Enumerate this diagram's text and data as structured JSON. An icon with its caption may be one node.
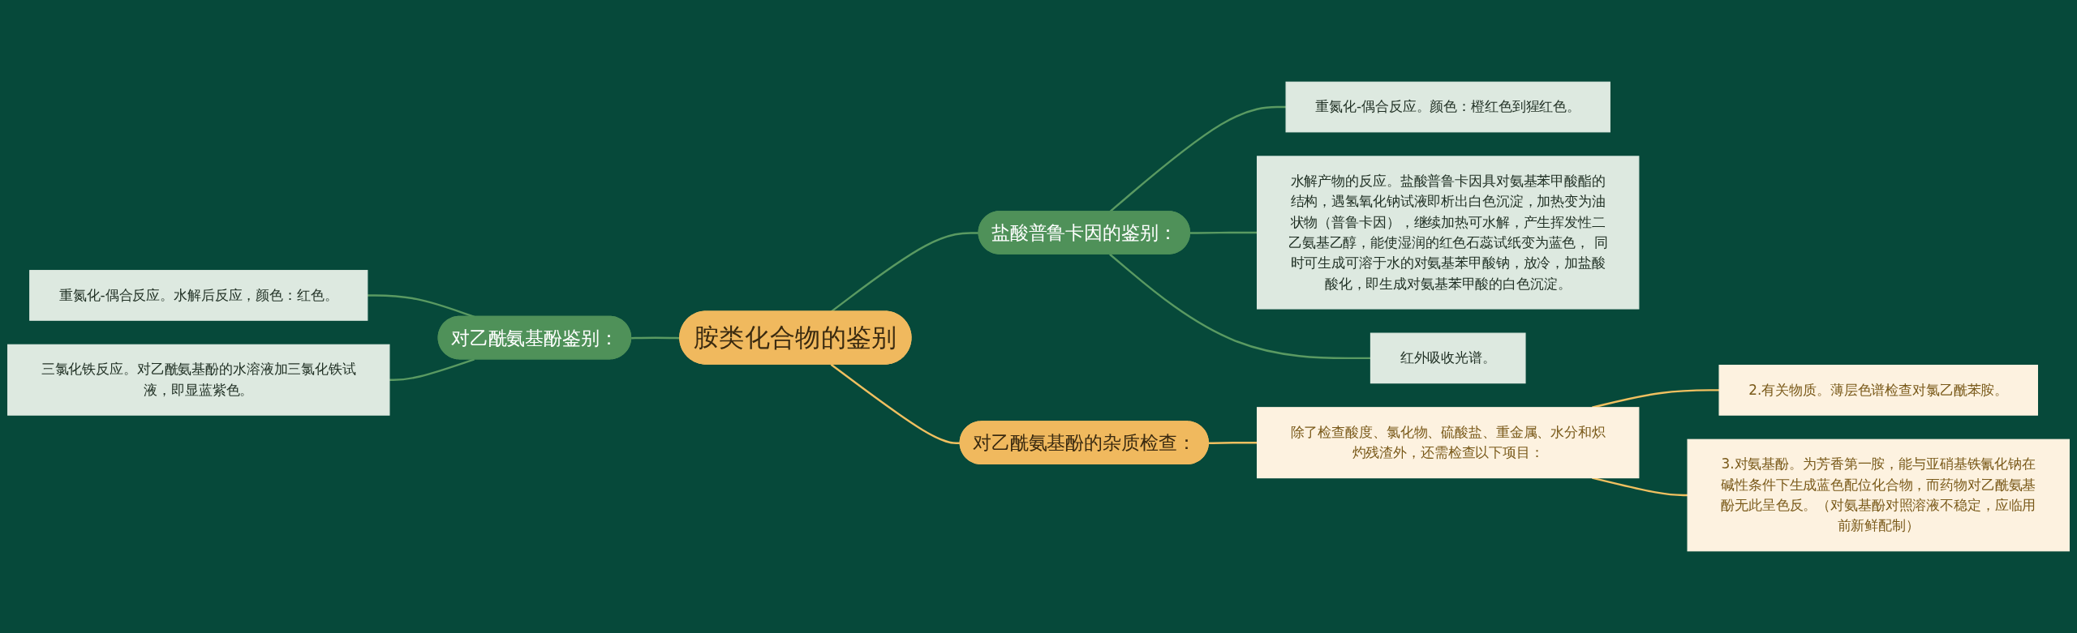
{
  "diagram": {
    "nodes": [
      {
        "text": [
          "胺类化合物的鉴别"
        ]
      },
      {
        "text": [
          "盐酸普鲁卡因的鉴别："
        ]
      },
      {
        "text": [
          "重氮化-偶合反应。颜色：橙红色到猩红色。"
        ]
      },
      {
        "text": [
          "水解产物的反应。盐酸普鲁卡因具对氨基苯甲酸酯的结构，遇氢氧化钠试液即析出白色沉淀，加热变为油状物（普鲁卡因），继续加热可水解，产生挥发性二乙氨基乙醇，能使湿润的红色石蕊试纸变为蓝色， 同时可生成可溶于水的对氨基苯甲酸钠，放冷，加盐酸酸化，即生成对氨基苯甲酸的白色沉淀。"
        ]
      },
      {
        "text": [
          "红外吸收光谱。"
        ]
      },
      {
        "text": [
          "对乙酰氨基酚的杂质检查："
        ]
      },
      {
        "text": [
          "除了检查酸度、氯化物、硫酸盐、重金属、水分和炽灼残渣外，还需检查以下项目："
        ]
      },
      {
        "text": [
          "2.有关物质。薄层色谱检查对氯乙酰苯胺。"
        ]
      },
      {
        "text": [
          "3.对氨基酚。为芳香第一胺，能与亚硝基铁氰化钠在碱性条件下生成蓝色配位化合物，而药物对乙酰氨基酚无此呈色反。（对氨基酚对照溶液不稳定，应临用前新鲜配制）"
        ]
      },
      {
        "text": [
          "对乙酰氨基酚鉴别："
        ]
      },
      {
        "text": [
          "重氮化-偶合反应。水解后反应，颜色：红色。"
        ]
      },
      {
        "text": [
          "三氯化铁反应。对乙酰氨基酚的水溶液加三氯化铁试液，即显蓝紫色。"
        ]
      }
    ],
    "edges": [
      {
        "from": 0,
        "to": 1,
        "arrow": "none"
      },
      {
        "from": 1,
        "to": 2,
        "arrow": "none"
      },
      {
        "from": 1,
        "to": 3,
        "arrow": "none"
      },
      {
        "from": 1,
        "to": 4,
        "arrow": "none"
      },
      {
        "from": 0,
        "to": 5,
        "arrow": "none",
        "color": "#f0c060"
      },
      {
        "from": 5,
        "to": 6,
        "arrow": "none",
        "color": "#f0c060"
      },
      {
        "from": 6,
        "to": 7,
        "arrow": "none",
        "color": "#f0c060"
      },
      {
        "from": 6,
        "to": 8,
        "arrow": "none",
        "color": "#f0c060"
      },
      {
        "from": 0,
        "to": 9,
        "arrow": "none"
      },
      {
        "from": 9,
        "to": 10,
        "arrow": "none"
      },
      {
        "from": 9,
        "to": 11,
        "arrow": "none"
      }
    ]
  }
}
